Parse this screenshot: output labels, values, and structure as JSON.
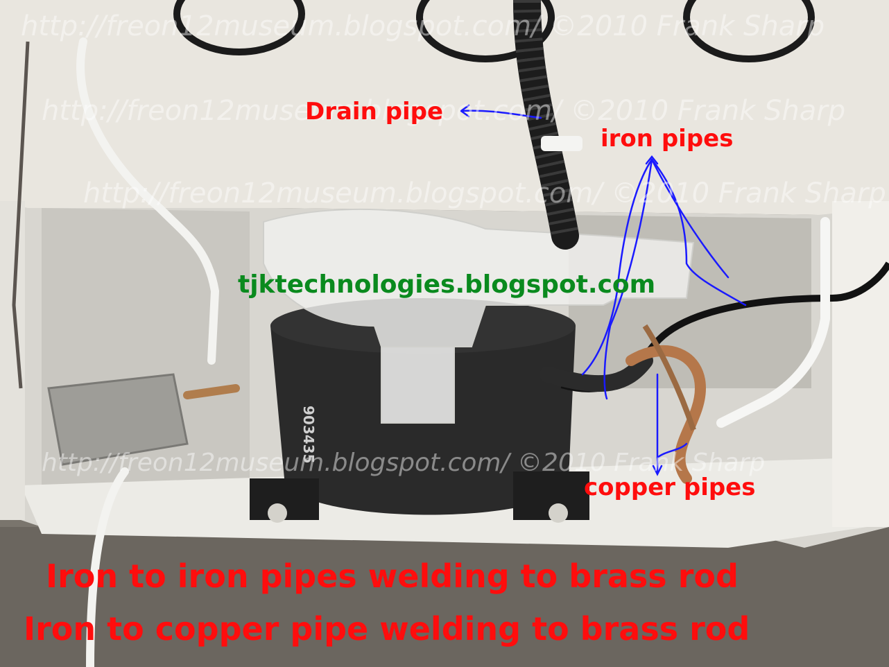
{
  "labels": {
    "drain_pipe": "Drain pipe",
    "iron_pipes": "iron pipes",
    "copper_pipes": "copper pipes",
    "blog": "tjktechnologies.blogspot.com",
    "caption_line1": "Iron to iron pipes welding to brass rod",
    "caption_line2": "Iron to copper pipe welding to brass rod"
  },
  "watermarks": {
    "line1": "http://freon12museum.blogspot.com/ ©2010 Frank Sharp",
    "line2": "http://freon12museum.blogspot.com/ ©2010 Frank Sharp",
    "line3": "http://freon12museum.blogspot.com/ ©2010 Frank Sharp",
    "line4": "http://freon12museum.blogspot.com/ ©2010 Frank Sharp"
  },
  "compressor_markings": {
    "serial": "903435"
  },
  "colors": {
    "label_red": "#ff0d0d",
    "label_green": "#0a8a1e",
    "annotation_blue": "#1a1aff"
  }
}
